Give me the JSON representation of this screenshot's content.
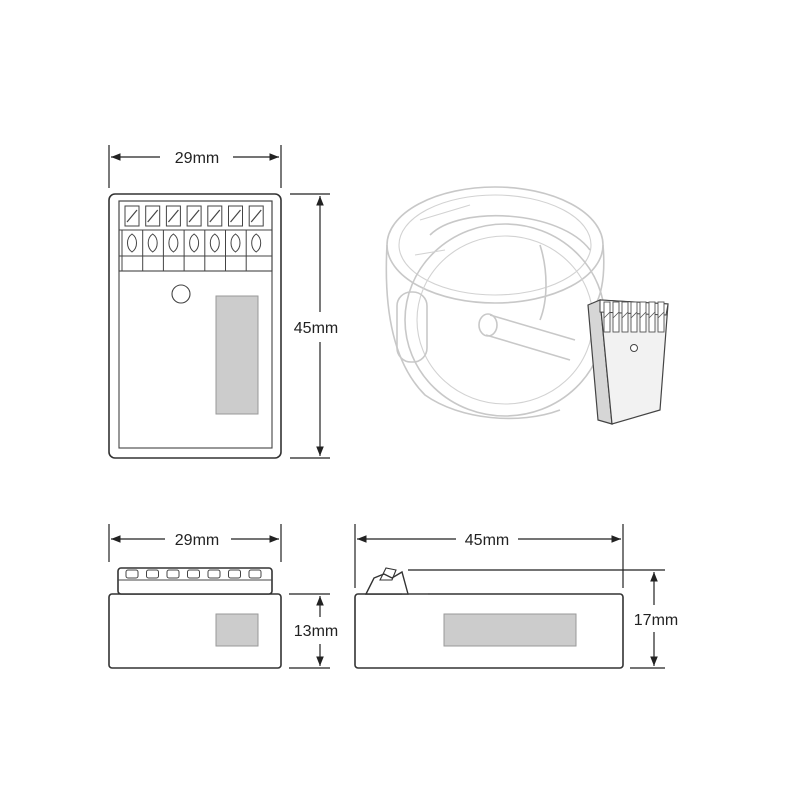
{
  "dimensions": {
    "front_width": "29mm",
    "front_height": "45mm",
    "top_width": "29mm",
    "top_height": "13mm",
    "side_width": "45mm",
    "side_height": "17mm"
  },
  "colors": {
    "line": "#333333",
    "label_patch": "#cccccc",
    "ghost_box": "#c8c8c8"
  }
}
